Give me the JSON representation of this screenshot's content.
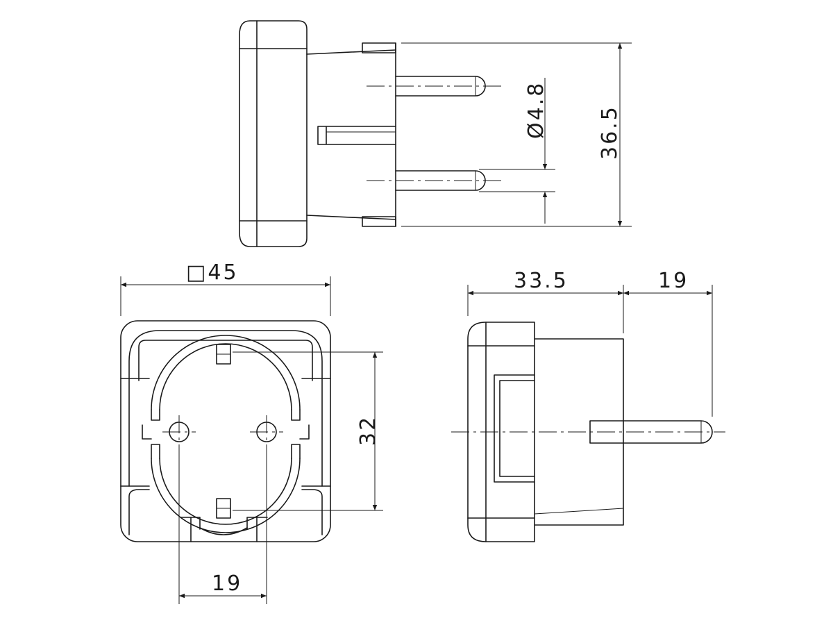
{
  "dimensions": {
    "diameter_symbol": "Ø",
    "pin_diameter": "4.8",
    "height": "36.5",
    "square_symbol": "□",
    "square_size": "45",
    "depth_body": "33.5",
    "pin_length": "19",
    "socket_width": "32",
    "pin_spacing": "19"
  }
}
